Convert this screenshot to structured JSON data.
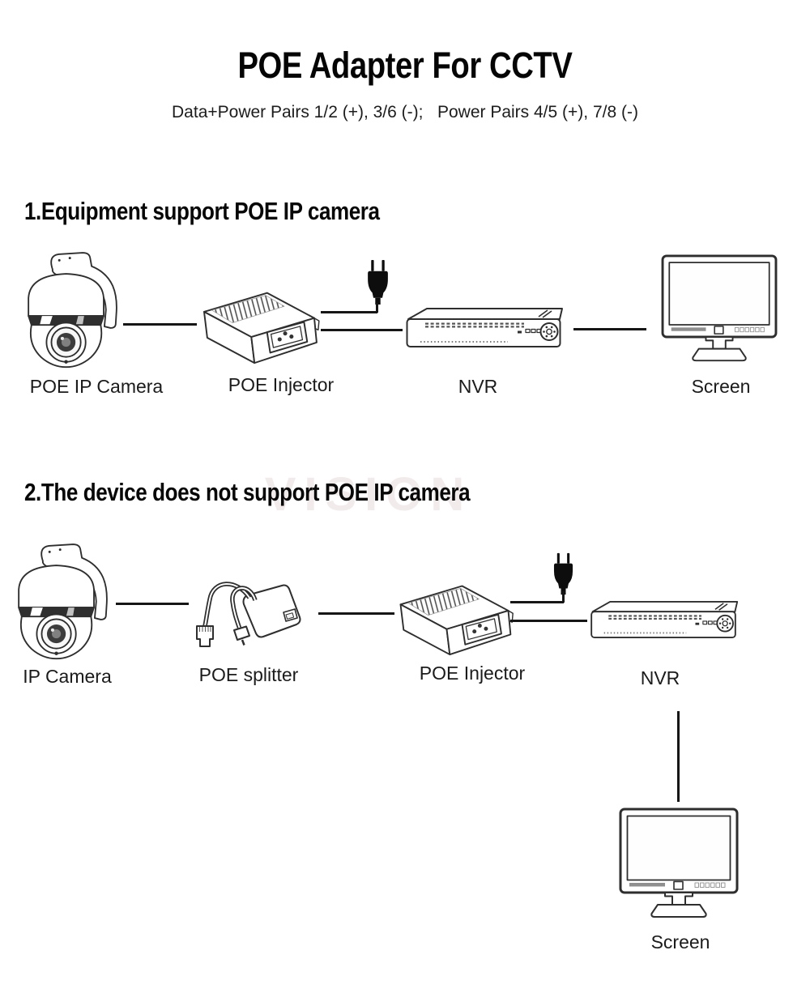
{
  "title": "POE Adapter For CCTV",
  "subtitle": "Data+Power Pairs 1/2 (+), 3/6 (-);   Power Pairs 4/5 (+), 7/8 (-)",
  "watermark": "VISION",
  "colors": {
    "ink": "#161616",
    "drawing_stroke": "#2e2e2e",
    "background": "#ffffff"
  },
  "sections": [
    {
      "heading": "1.Equipment support POE IP camera",
      "labels": {
        "camera": "POE IP Camera",
        "injector": "POE Injector",
        "nvr": "NVR",
        "screen": "Screen"
      }
    },
    {
      "heading": "2.The device does not support POE IP camera",
      "labels": {
        "camera": "IP Camera",
        "splitter": "POE splitter",
        "injector": "POE Injector",
        "nvr": "NVR",
        "screen": "Screen"
      }
    }
  ]
}
